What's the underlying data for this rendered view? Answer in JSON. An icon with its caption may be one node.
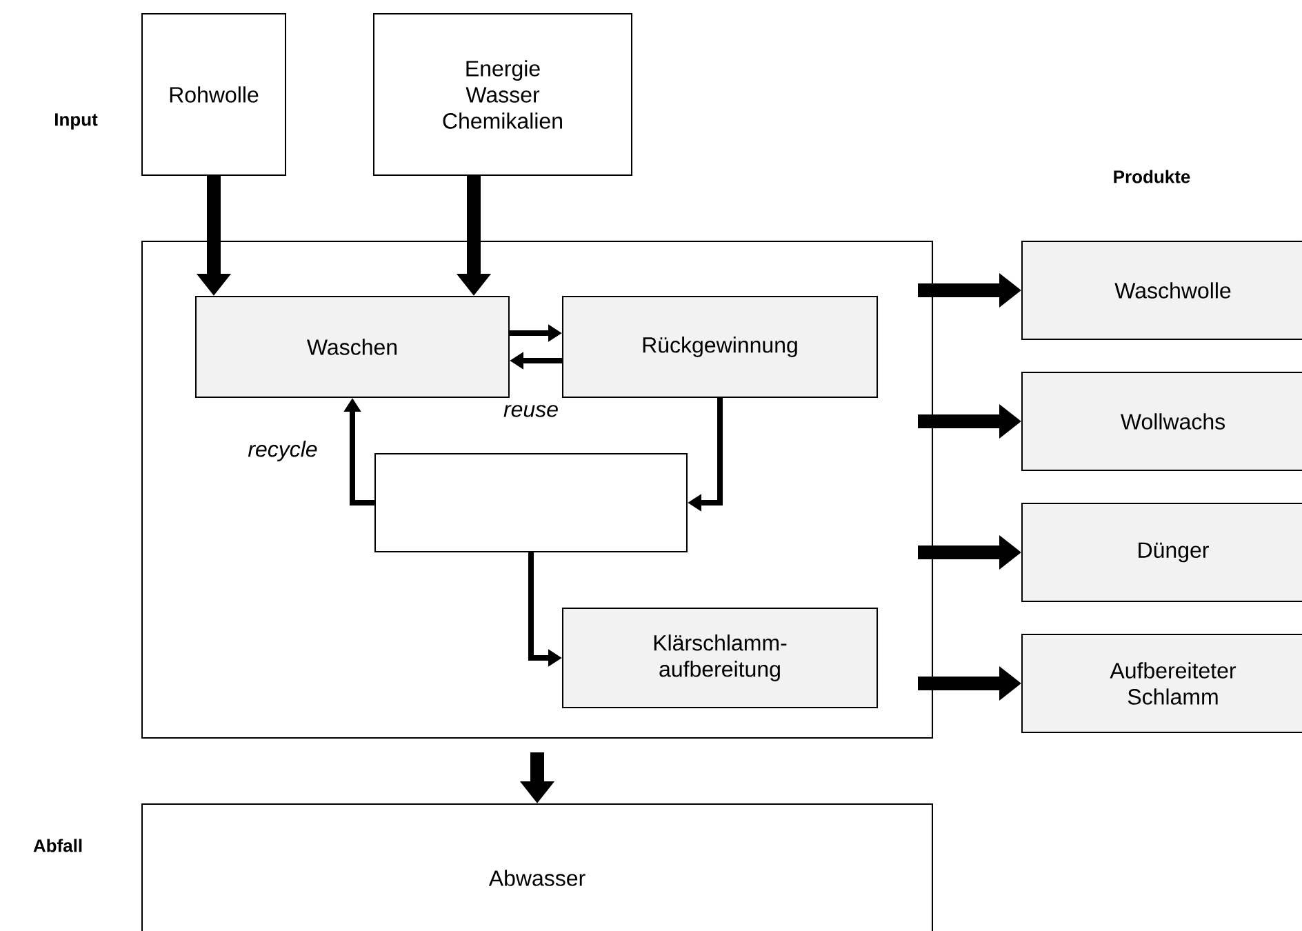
{
  "diagram": {
    "nodes": [
      {
        "text": [
          "Rohwolle"
        ]
      },
      {
        "text": [
          "Energie Wasser Chemikalien"
        ]
      },
      {
        "text": [],
        "shape": "box"
      },
      {
        "text": [
          "Waschen"
        ],
        "in": 2
      },
      {
        "text": [
          "Rückgewinnung"
        ],
        "in": 2
      },
      {
        "text": [],
        "shape": "box",
        "in": 2
      },
      {
        "text": [
          "Klärschlamm-aufbereitung"
        ],
        "in": 2
      },
      {
        "text": [
          "Waschwolle"
        ]
      },
      {
        "text": [
          "Wollwachs"
        ]
      },
      {
        "text": [
          "Dünger"
        ]
      },
      {
        "text": [
          "Aufbereiteter Schlamm"
        ]
      },
      {
        "text": [
          "Abwasser"
        ]
      }
    ],
    "edges": [
      {
        "from": 0,
        "to": 3,
        "arrow": "to"
      },
      {
        "from": 1,
        "to": 3,
        "arrow": "to"
      },
      {
        "from": 3,
        "to": 4,
        "arrow": "to"
      },
      {
        "from": 4,
        "to": 3,
        "arrow": "to",
        "label": "reuse"
      },
      {
        "from": 4,
        "to": 5,
        "arrow": "to"
      },
      {
        "from": 5,
        "to": 3,
        "arrow": "to",
        "label": "recycle"
      },
      {
        "from": 5,
        "to": 6,
        "arrow": "to"
      },
      {
        "from": 2,
        "to": 7,
        "arrow": "to"
      },
      {
        "from": 2,
        "to": 8,
        "arrow": "to"
      },
      {
        "from": 2,
        "to": 9,
        "arrow": "to"
      },
      {
        "from": 2,
        "to": 10,
        "arrow": "to"
      },
      {
        "from": 2,
        "to": 11,
        "arrow": "to"
      }
    ],
    "labels": [
      "Input",
      "Produkte",
      "Abfall"
    ]
  }
}
